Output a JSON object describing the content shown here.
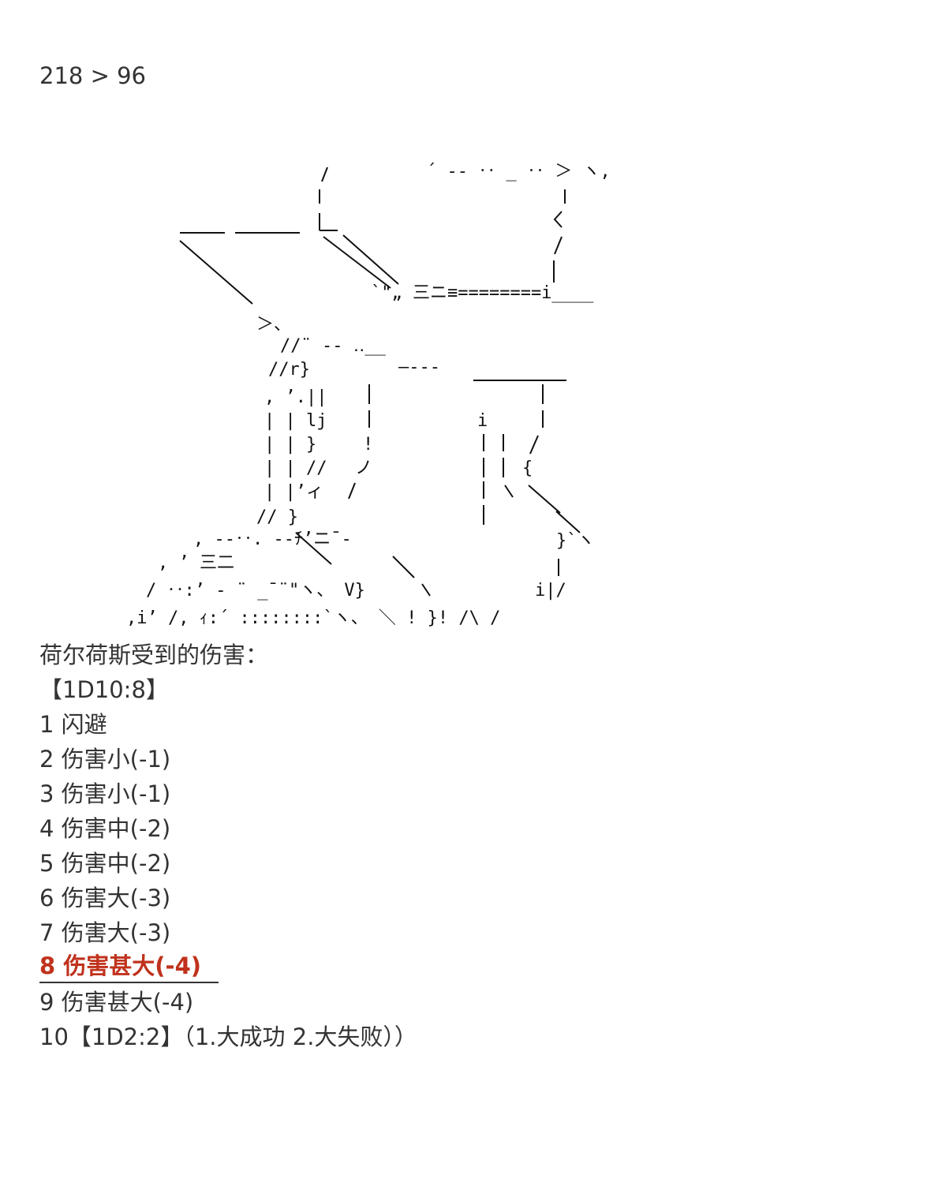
{
  "header": {
    "comparison": "218 > 96"
  },
  "content": {
    "title": "荷尔荷斯受到的伤害：",
    "roll": "【1D10:8】",
    "options": [
      "1 闪避",
      "2 伤害小(-1)",
      "3 伤害小(-1)",
      "4 伤害中(-2)",
      "5 伤害中(-2)",
      "6 伤害大(-3)",
      "7 伤害大(-3)",
      "8 伤害甚大(-4)",
      "9 伤害甚大(-4)",
      "10【1D2:2】（1.大成功 2.大失败））"
    ]
  },
  "colors": {
    "text": "#333333",
    "highlight": "#c0321c"
  }
}
